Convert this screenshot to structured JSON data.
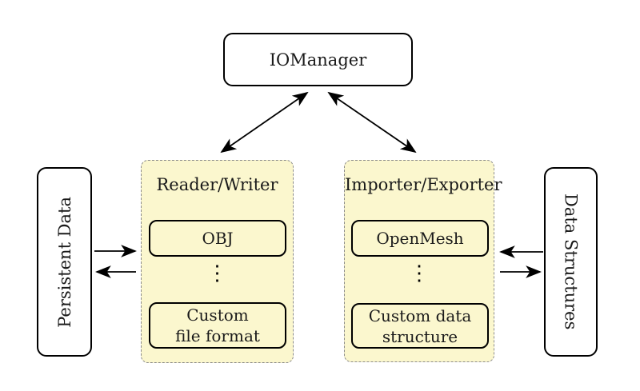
{
  "colors": {
    "background": "#FFFFFF",
    "group_fill": "#FBF7CE",
    "group_border": "#8C8C8C",
    "node_fill": "#FFFFFF",
    "node_border": "#000000",
    "arrow": "#000000"
  },
  "nodes": {
    "iomanager": {
      "label": "IOManager"
    },
    "persistent_data": {
      "label": "Persistent Data"
    },
    "data_structures": {
      "label": "Data Structures"
    }
  },
  "groups": {
    "reader_writer": {
      "title": "Reader/Writer",
      "item1": "OBJ",
      "dots": "⋮",
      "item2_line1": "Custom",
      "item2_line2": "file format"
    },
    "importer_exporter": {
      "title": "Importer/Exporter",
      "item1": "OpenMesh",
      "dots": "⋮",
      "item2_line1": "Custom data",
      "item2_line2": "structure"
    }
  },
  "arrows": {
    "iomanager_reader_writer": "bidirectional",
    "iomanager_importer_exporter": "bidirectional",
    "persistent_data_to_reader_writer": "points-right",
    "reader_writer_to_persistent_data": "points-left",
    "data_structures_to_importer_exporter": "points-left",
    "importer_exporter_to_data_structures": "points-right"
  }
}
